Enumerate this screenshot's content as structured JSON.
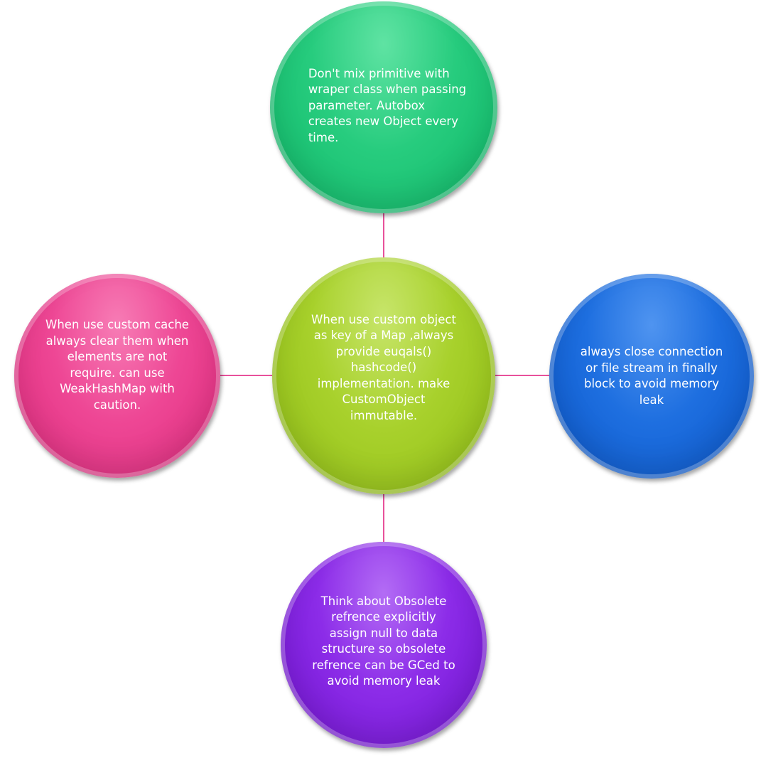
{
  "diagram": {
    "connector_color": "#e8519b",
    "nodes": {
      "top": {
        "text": "Don't mix primitive with\nwraper class when passing\nparameter.  Autobox\ncreates new Object every\ntime.",
        "color": "#27cc7e"
      },
      "center": {
        "text": "When use custom object\nas key of a Map ,always\nprovide euqals()\nhashcode()\nimplementation. make\nCustomObject\nimmutable.",
        "color": "#a8d12c"
      },
      "left": {
        "text": "When use custom cache\nalways clear them when\nelements are not\nrequire. can use\nWeakHashMap with\ncaution.",
        "color": "#ee4795"
      },
      "right": {
        "text": "always close connection\nor file stream in finally\nblock to avoid memory\nleak",
        "color": "#1e6fe0"
      },
      "bottom": {
        "text": "Think about Obsolete\nrefrence explicitly\nassign null to data\nstructure so obsolete\nrefrence can be GCed to\navoid memory leak",
        "color": "#8c2ce8"
      }
    }
  }
}
